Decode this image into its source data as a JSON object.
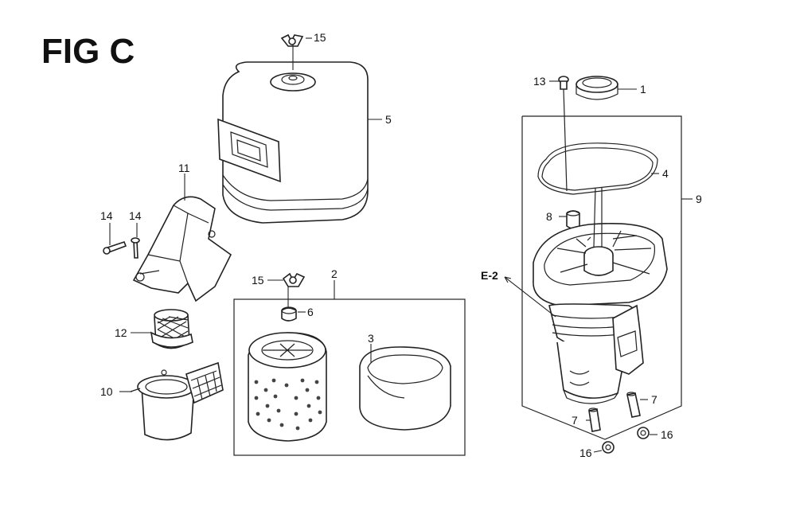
{
  "figure": {
    "title": "FIG C"
  },
  "callouts": [
    {
      "id": "c-15-top",
      "label": "15"
    },
    {
      "id": "c-5",
      "label": "5"
    },
    {
      "id": "c-11",
      "label": "11"
    },
    {
      "id": "c-14-a",
      "label": "14"
    },
    {
      "id": "c-14-b",
      "label": "14"
    },
    {
      "id": "c-12",
      "label": "12"
    },
    {
      "id": "c-10",
      "label": "10"
    },
    {
      "id": "c-15-mid",
      "label": "15"
    },
    {
      "id": "c-2",
      "label": "2"
    },
    {
      "id": "c-6",
      "label": "6"
    },
    {
      "id": "c-3",
      "label": "3"
    },
    {
      "id": "c-13",
      "label": "13"
    },
    {
      "id": "c-1",
      "label": "1"
    },
    {
      "id": "c-4",
      "label": "4"
    },
    {
      "id": "c-9",
      "label": "9"
    },
    {
      "id": "c-8",
      "label": "8"
    },
    {
      "id": "c-e2",
      "label": "E-2"
    },
    {
      "id": "c-7-a",
      "label": "7"
    },
    {
      "id": "c-7-b",
      "label": "7"
    },
    {
      "id": "c-16-a",
      "label": "16"
    },
    {
      "id": "c-16-b",
      "label": "16"
    }
  ]
}
